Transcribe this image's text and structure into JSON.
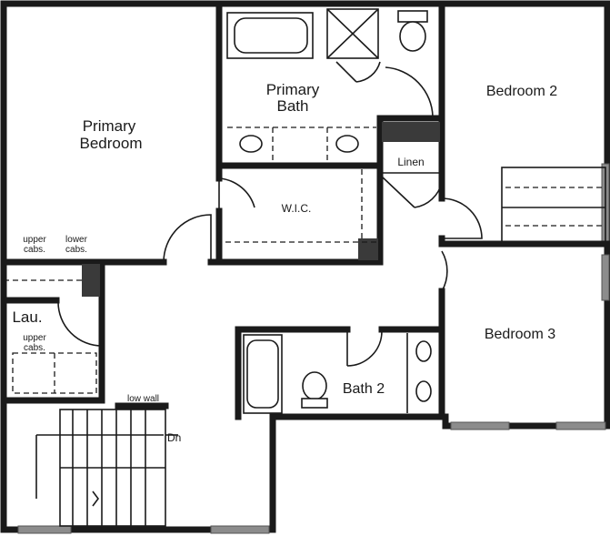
{
  "rooms": {
    "primary_bedroom": {
      "line1": "Primary",
      "line2": "Bedroom"
    },
    "primary_bath": {
      "line1": "Primary",
      "line2": "Bath"
    },
    "bedroom2": "Bedroom 2",
    "bedroom3": "Bedroom 3",
    "bath2": "Bath 2",
    "wic": "W.I.C.",
    "linen": "Linen",
    "laundry": "Lau."
  },
  "notes": {
    "upper_cabs_top": {
      "line1": "upper",
      "line2": "cabs."
    },
    "lower_cabs": {
      "line1": "lower",
      "line2": "cabs."
    },
    "upper_cabs_laundry": {
      "line1": "upper",
      "line2": "cabs."
    },
    "low_wall": "low wall",
    "stairs_down": "Dn"
  }
}
